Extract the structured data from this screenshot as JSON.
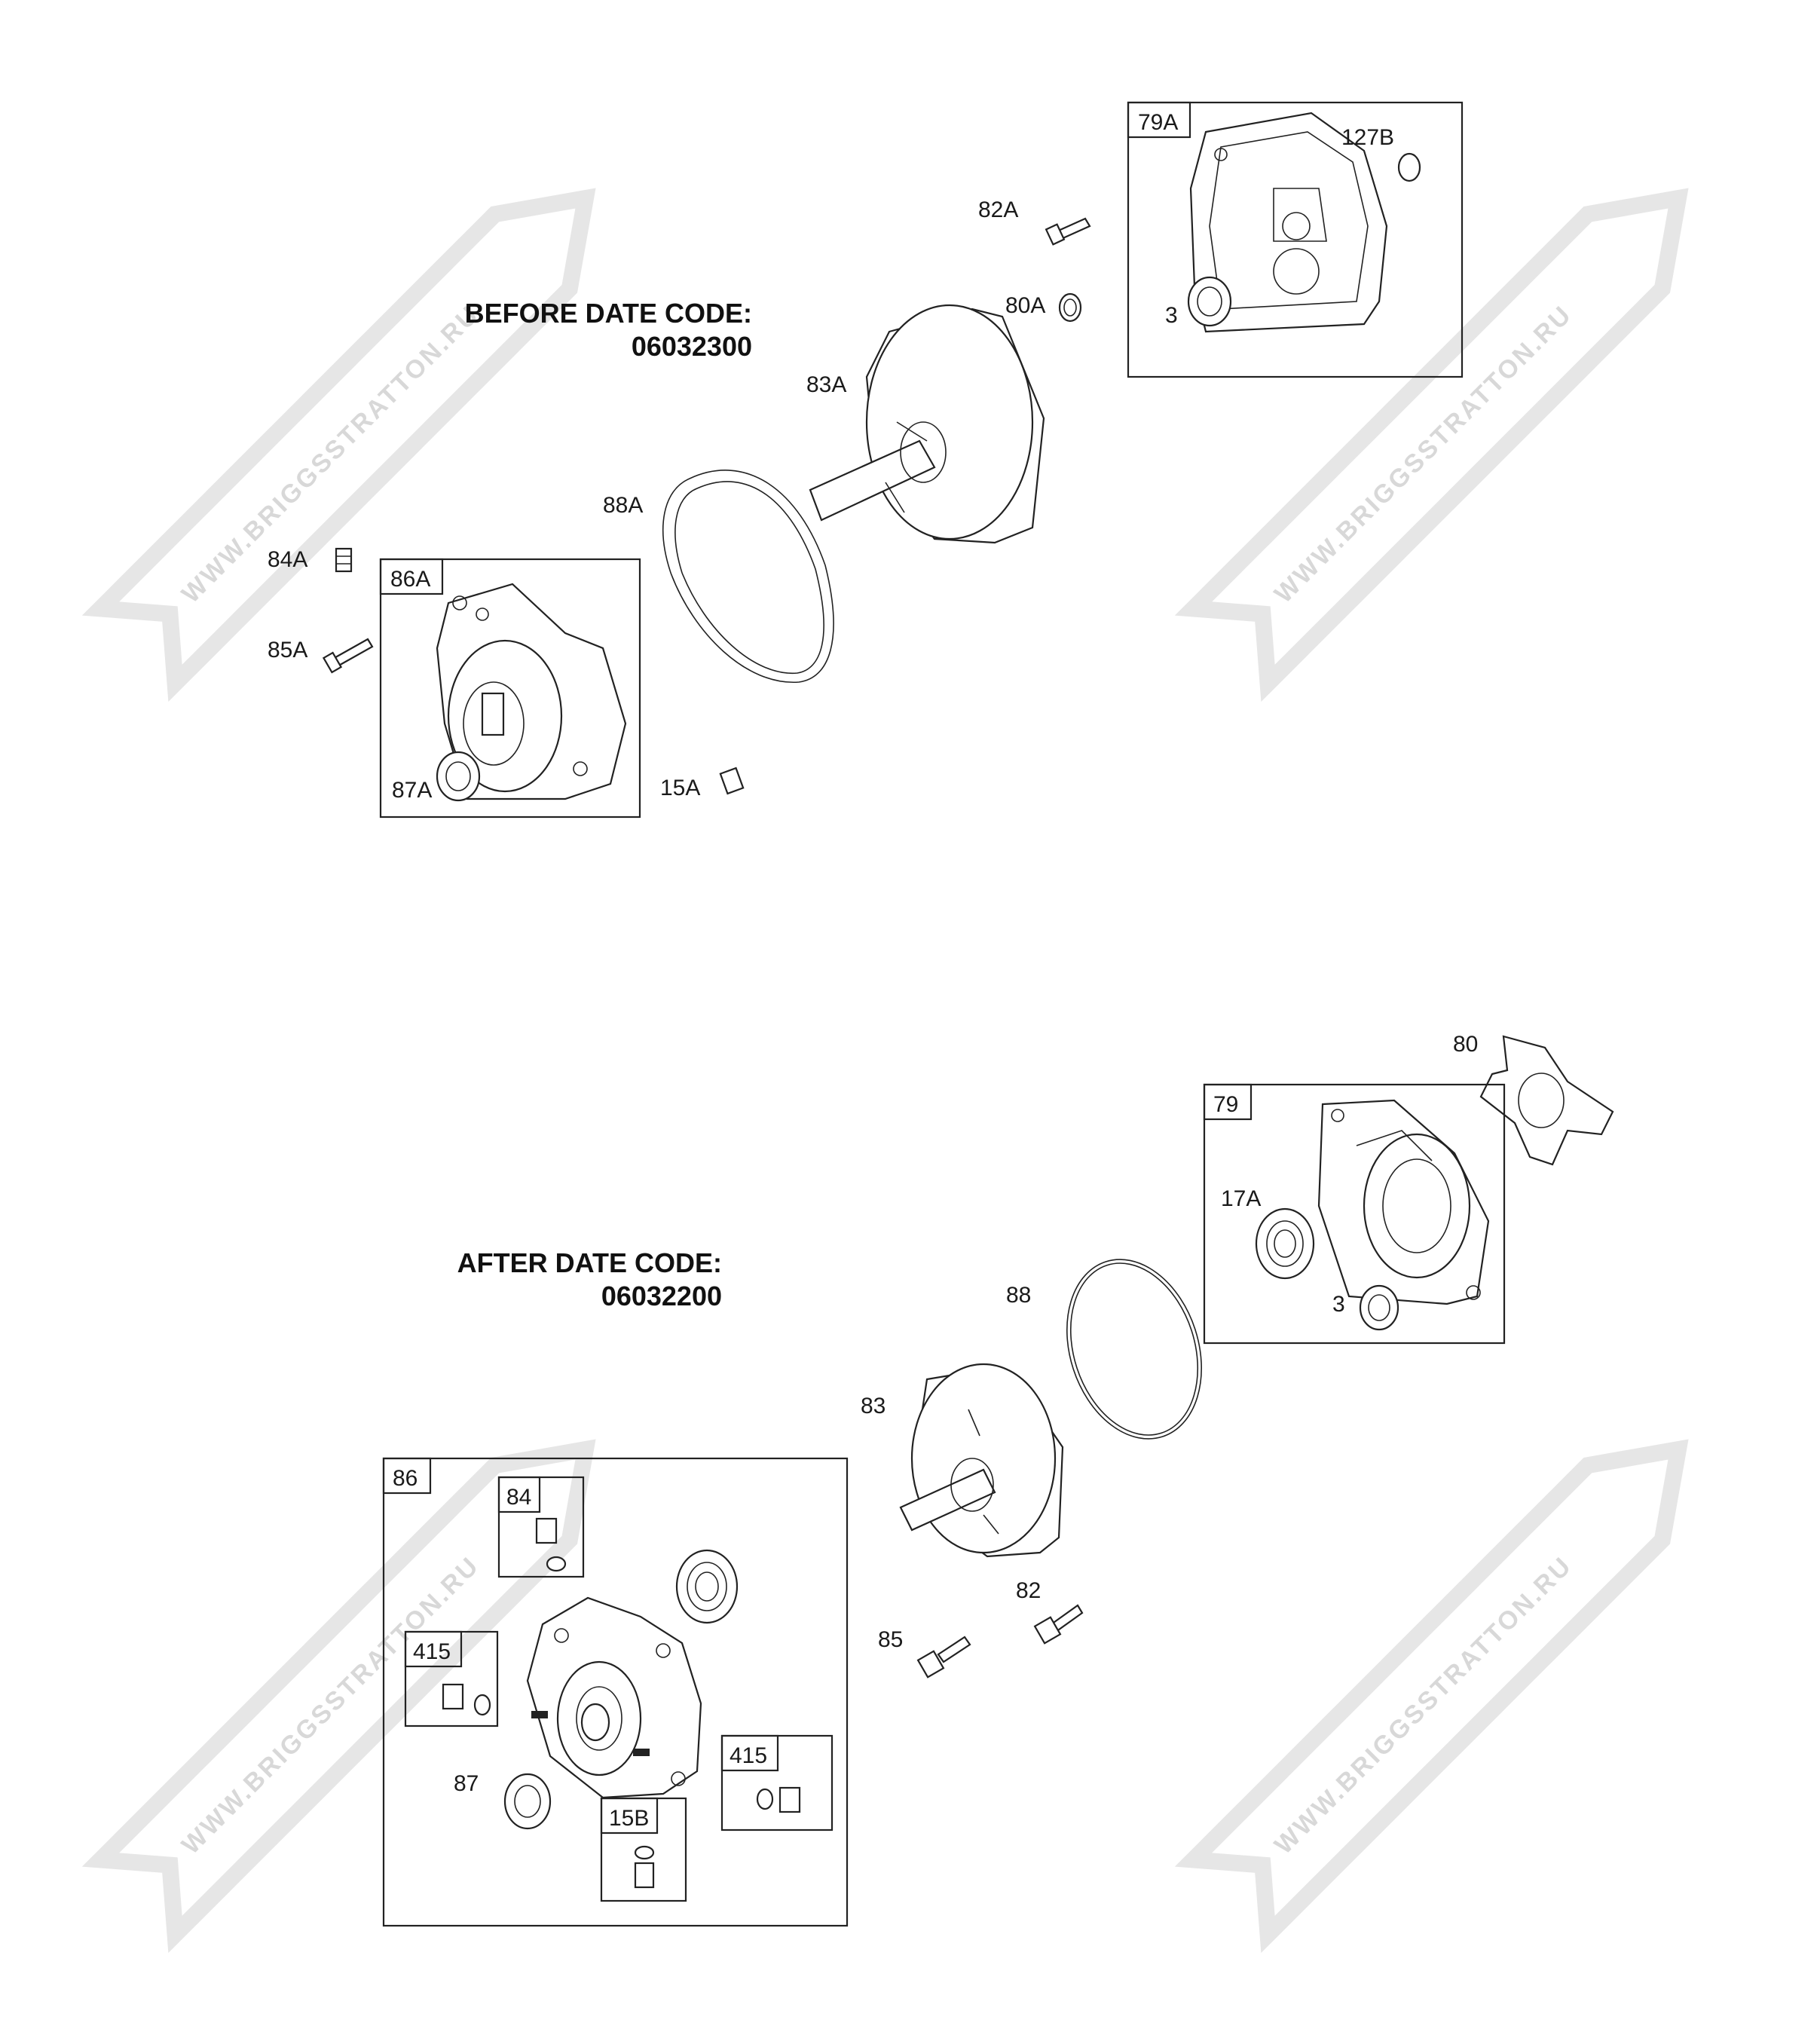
{
  "watermark": {
    "text": "WWW.BRIGGSSTRATTON.RU",
    "color": "#d8d8d8"
  },
  "sections": {
    "before": {
      "heading_line1": "BEFORE DATE CODE:",
      "heading_line2": "06032300"
    },
    "after": {
      "heading_line1": "AFTER DATE CODE:",
      "heading_line2": "06032200"
    }
  },
  "boxes": {
    "b79A": "79A",
    "b86A": "86A",
    "b79": "79",
    "b86": "86",
    "b84": "84",
    "b415a": "415",
    "b415b": "415",
    "b15B": "15B"
  },
  "callouts": {
    "c127B": "127B",
    "c82A": "82A",
    "c3a": "3",
    "c80A": "80A",
    "c83A": "83A",
    "c88A": "88A",
    "c84A": "84A",
    "c85A": "85A",
    "c87A": "87A",
    "c15A": "15A",
    "c80": "80",
    "c17A": "17A",
    "c3b": "3",
    "c88": "88",
    "c83": "83",
    "c82": "82",
    "c85": "85",
    "c87": "87"
  }
}
